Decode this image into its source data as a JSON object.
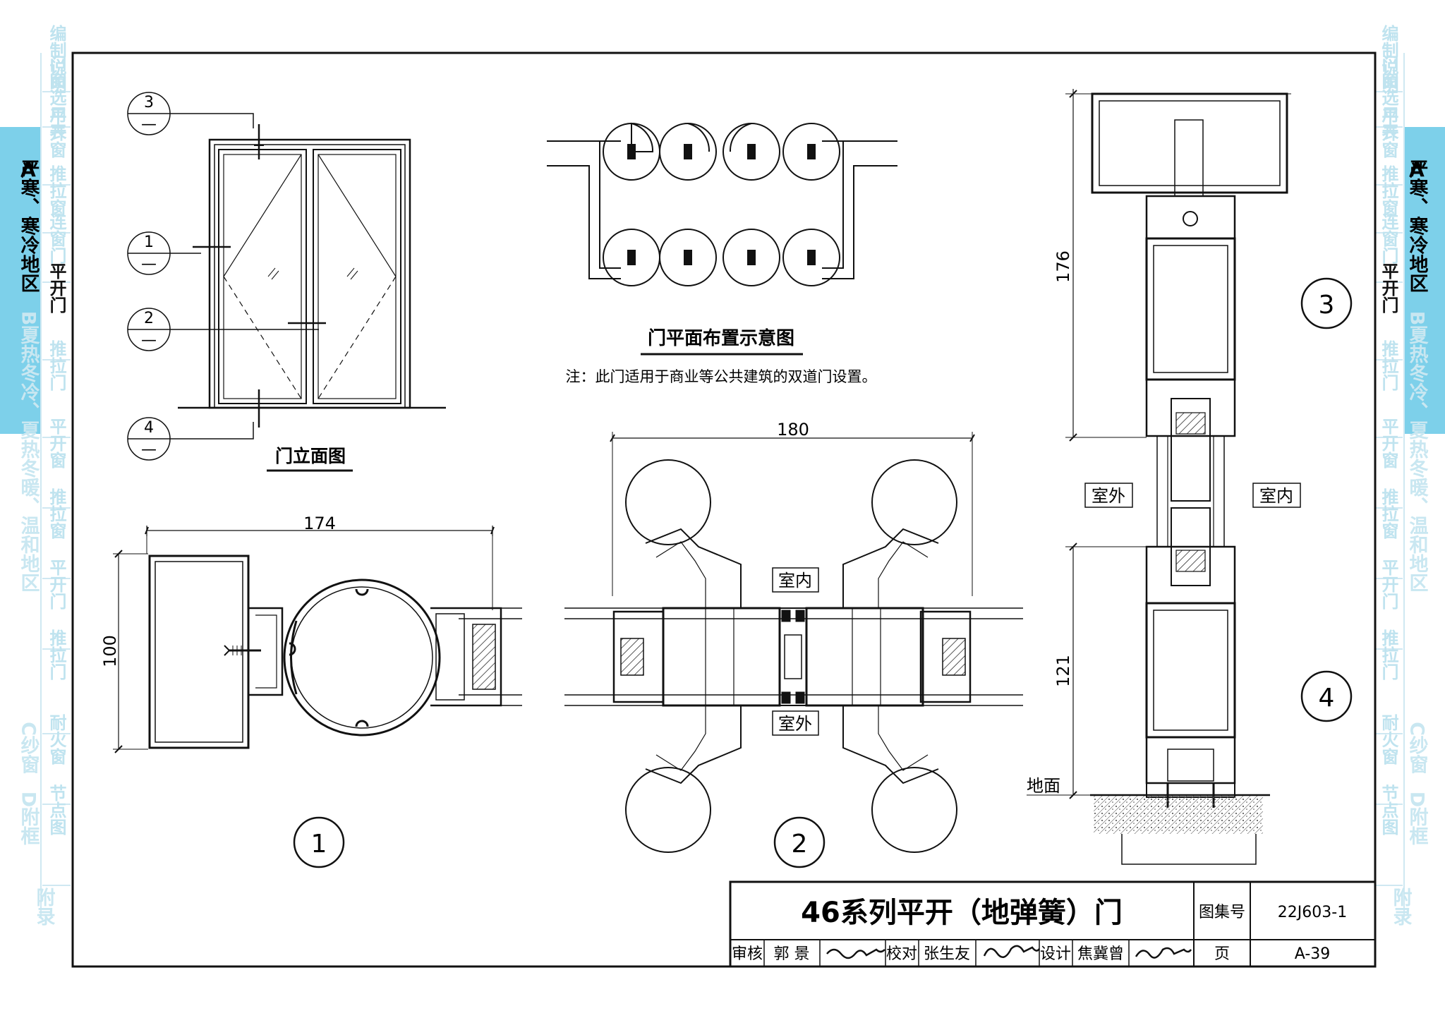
{
  "left_tabs": [
    {
      "label": "编制说明",
      "active": false
    },
    {
      "label": "门窗选用表",
      "active": false
    },
    {
      "label": "平开窗",
      "active": false
    },
    {
      "label": "推拉窗",
      "active": false
    },
    {
      "label": "连窗门",
      "active": false
    },
    {
      "label": "平开门",
      "active": true
    },
    {
      "label": "推拉门",
      "active": false
    },
    {
      "label": "平开窗",
      "active": false
    },
    {
      "label": "推拉窗",
      "active": false
    },
    {
      "label": "平开门",
      "active": false
    },
    {
      "label": "推拉门",
      "active": false
    },
    {
      "label": "耐火窗",
      "active": false
    },
    {
      "label": "节点图",
      "active": false
    }
  ],
  "side_sections": {
    "a_letter": "A",
    "a_label": "严寒、寒冷地区",
    "b_label": "B夏热冬冷、夏热冬暖、温和地区",
    "c_label": "C纱窗",
    "d_label": "D附框",
    "appendix": "附录"
  },
  "elevation": {
    "caption": "门立面图",
    "callouts": [
      {
        "num": "3",
        "sub": "—"
      },
      {
        "num": "1",
        "sub": "—"
      },
      {
        "num": "2",
        "sub": "—"
      },
      {
        "num": "4",
        "sub": "—"
      }
    ]
  },
  "plan_layout": {
    "caption": "门平面布置示意图",
    "note": "注：此门适用于商业等公共建筑的双道门设置。"
  },
  "detail1": {
    "dim_width": "174",
    "dim_height": "100",
    "label": "1"
  },
  "detail2": {
    "dim_width": "180",
    "indoor": "室内",
    "outdoor": "室外",
    "label": "2"
  },
  "section": {
    "dim_top": "176",
    "dim_bottom": "121",
    "outdoor": "室外",
    "indoor": "室内",
    "ground": "地面",
    "label3": "3",
    "label4": "4"
  },
  "title_block": {
    "title": "46系列平开（地弹簧）门",
    "atlas_label": "图集号",
    "atlas_no": "22J603-1",
    "review_label": "审核",
    "reviewer": "郭 景",
    "check_label": "校对",
    "checker": "张生友",
    "design_label": "设计",
    "designer": "焦冀曾",
    "page_label": "页",
    "page_no": "A-39"
  },
  "colors": {
    "tab_active": "#7dd0ea",
    "tab_text": "#bfe3ef",
    "line": "#111111"
  }
}
